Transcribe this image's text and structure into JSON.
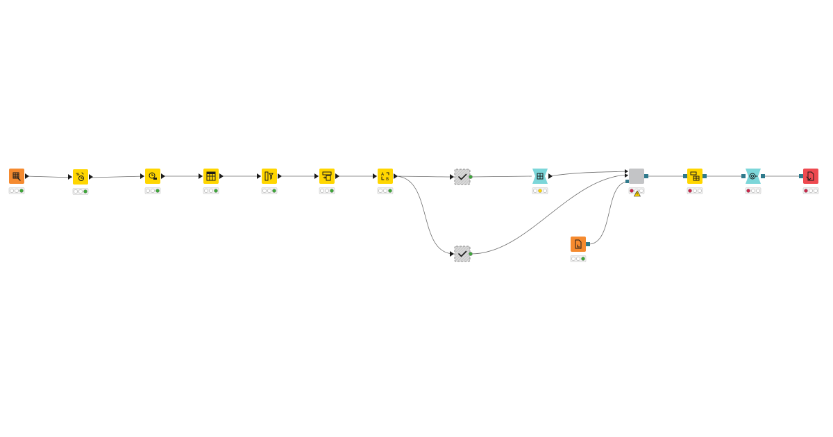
{
  "workflow": {
    "colors": {
      "source": "#F58A2F",
      "manipulator": "#FFD600",
      "flow_control": "#D9D9D9",
      "learner": "#7CD6D9",
      "metanode": "#C3C4C6",
      "sink": "#EE4A50",
      "port_data": "#1B1B1B",
      "port_model": "#2F7A8C",
      "connection": "#6E6E6E",
      "status_red": "#C8264A",
      "status_yellow": "#FFD600",
      "status_green": "#3EA63A",
      "warning": "#FFD600"
    },
    "nodes": [
      {
        "id": "n1",
        "kind": "source",
        "icon": "table-reader-icon",
        "status": "green"
      },
      {
        "id": "n2",
        "kind": "manipulator",
        "icon": "string-to-datetime-icon",
        "status": "green"
      },
      {
        "id": "n3",
        "kind": "manipulator",
        "icon": "datetime-extract-icon",
        "status": "green"
      },
      {
        "id": "n4",
        "kind": "manipulator",
        "icon": "pivot-table-icon",
        "status": "green"
      },
      {
        "id": "n5",
        "kind": "manipulator",
        "icon": "column-filter-icon",
        "status": "green"
      },
      {
        "id": "n6",
        "kind": "manipulator",
        "icon": "column-resorter-icon",
        "status": "green"
      },
      {
        "id": "n7",
        "kind": "manipulator",
        "icon": "column-rename-icon",
        "status": "green"
      },
      {
        "id": "n8",
        "kind": "flow_control",
        "icon": "checkmark-icon",
        "status": "none"
      },
      {
        "id": "n9",
        "kind": "flow_control",
        "icon": "checkmark-icon",
        "status": "none"
      },
      {
        "id": "n10",
        "kind": "learner",
        "icon": "model-learner-icon",
        "status": "yellow"
      },
      {
        "id": "n11",
        "kind": "metanode",
        "icon": "metanode-icon",
        "status": "red",
        "warning": true
      },
      {
        "id": "n12",
        "kind": "source",
        "icon": "file-reader-icon",
        "status": "green"
      },
      {
        "id": "n13",
        "kind": "manipulator",
        "icon": "model-table-icon",
        "status": "red"
      },
      {
        "id": "n14",
        "kind": "learner",
        "icon": "model-predictor-icon",
        "status": "red"
      },
      {
        "id": "n15",
        "kind": "sink",
        "icon": "model-writer-icon",
        "status": "red"
      }
    ]
  }
}
